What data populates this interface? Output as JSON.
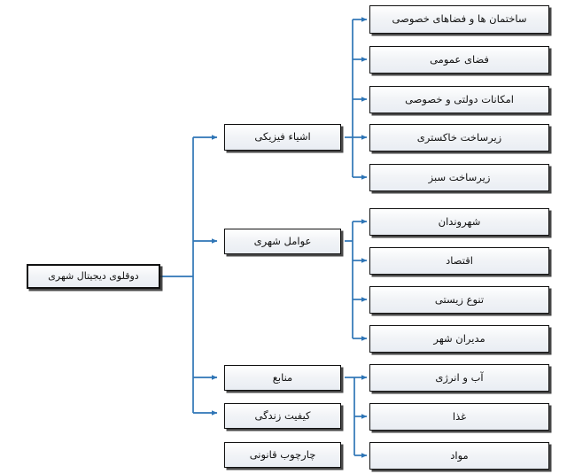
{
  "diagram": {
    "title_text": "دوقلوی دیجیتال شهری",
    "type": "tree-hierarchy",
    "direction": "right-to-left-text",
    "colors": {
      "connector": "#2E75B6",
      "node_border": "#111111",
      "node_fill_top": "#ffffff",
      "node_fill_bottom": "#e9edf3",
      "shadow": "#282828",
      "background": "#ffffff"
    },
    "root": {
      "id": "root",
      "label": "دوقلوی دیجیتال شهری"
    },
    "branches": [
      {
        "id": "physical-objects",
        "label": "اشیاء فیزیکی",
        "has_incoming_arrow": true,
        "children": [
          {
            "id": "buildings-private-spaces",
            "label": "ساختمان ها و فضاهای خصوصی",
            "has_incoming_arrow": true
          },
          {
            "id": "public-space",
            "label": "فضای عمومی",
            "has_incoming_arrow": true
          },
          {
            "id": "public-private-facilities",
            "label": "امکانات دولتی و خصوصی",
            "has_incoming_arrow": true
          },
          {
            "id": "grey-infrastructure",
            "label": "زیرساخت خاکستری",
            "has_incoming_arrow": true
          },
          {
            "id": "green-infrastructure",
            "label": "زیرساخت سبز",
            "has_incoming_arrow": true
          }
        ]
      },
      {
        "id": "urban-actors",
        "label": "عوامل شهری",
        "has_incoming_arrow": true,
        "children": [
          {
            "id": "citizens",
            "label": "شهروندان",
            "has_incoming_arrow": true
          },
          {
            "id": "economy",
            "label": "اقتصاد",
            "has_incoming_arrow": true
          },
          {
            "id": "biodiversity",
            "label": "تنوع زیستی",
            "has_incoming_arrow": true
          },
          {
            "id": "city-managers",
            "label": "مدیران شهر",
            "has_incoming_arrow": true
          }
        ]
      },
      {
        "id": "resources",
        "label": "منابع",
        "has_incoming_arrow": true,
        "children": [
          {
            "id": "water-energy",
            "label": "آب و انرژی",
            "has_incoming_arrow": true
          },
          {
            "id": "food",
            "label": "غذا",
            "has_incoming_arrow": true
          },
          {
            "id": "materials",
            "label": "مواد",
            "has_incoming_arrow": true
          }
        ]
      },
      {
        "id": "quality-of-life",
        "label": "کیفیت زندگی",
        "has_incoming_arrow": true,
        "children": []
      },
      {
        "id": "legal-framework",
        "label": "چارچوب قانونی",
        "has_incoming_arrow": false,
        "children": []
      }
    ]
  }
}
